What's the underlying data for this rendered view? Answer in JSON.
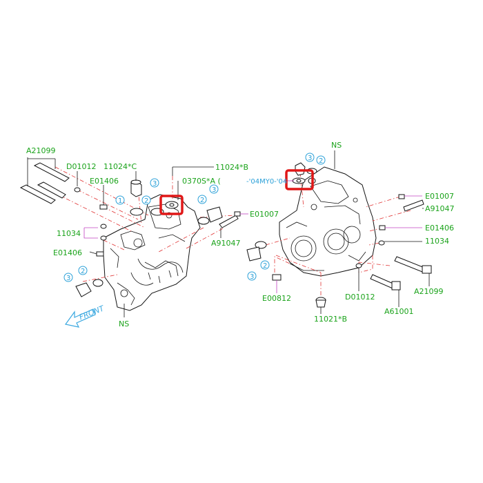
{
  "diagram": {
    "labels": {
      "a21099_left": "A21099",
      "d01012_left": "D01012",
      "p11024c": "11024*C",
      "e01406_top_left": "E01406",
      "p11034_left": "11034",
      "e01406_bottom_left": "E01406",
      "ns_left": "NS",
      "front": "FRONT",
      "p11024b": "11024*B",
      "p0370s": "0370S*A (",
      "e01007_mid": "E01007",
      "a91047_mid": "A91047",
      "ns_right": "NS",
      "p04my": "-'04MY0-'04",
      "e01007_right": "E01007",
      "a91047_right": "A91047",
      "e01406_right": "E01406",
      "p11034_right": "11034",
      "a21099_right": "A21099",
      "e00812": "E00812",
      "d01012_right": "D01012",
      "a61001": "A61001",
      "p11021b": "11021*B"
    },
    "callouts": {
      "c1": "1",
      "c2": "2",
      "c3": "3"
    },
    "colors": {
      "part_label": "#1aa31a",
      "callout": "#2aa0d8",
      "dash_line": "#e03030",
      "highlight": "#e01818",
      "leader_magenta": "#c040c0"
    }
  }
}
